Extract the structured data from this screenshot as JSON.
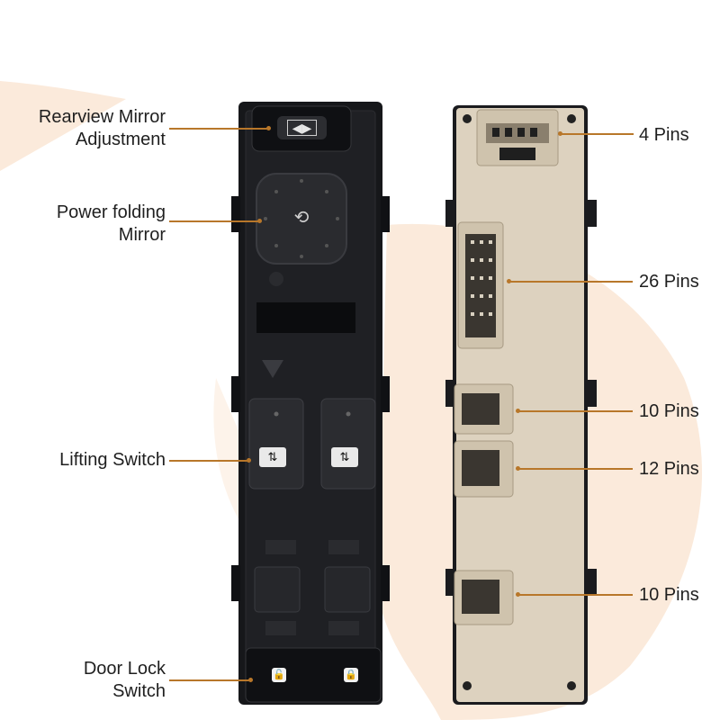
{
  "colors": {
    "accent_leader": "#b8772a",
    "background_swoosh": "#fbeadb",
    "switch_body": "#16171a",
    "connector_housing": "#ddd2bf"
  },
  "left_labels": [
    {
      "lines": [
        "Rearview Mirror",
        "Adjustment"
      ]
    },
    {
      "lines": [
        "Power folding",
        "Mirror"
      ]
    },
    {
      "lines": [
        "Lifting Switch"
      ]
    },
    {
      "lines": [
        "Door Lock",
        "Switch"
      ]
    }
  ],
  "right_labels": [
    {
      "text": "4 Pins"
    },
    {
      "text": "26 Pins"
    },
    {
      "text": "10 Pins"
    },
    {
      "text": "12 Pins"
    },
    {
      "text": "10 Pins"
    }
  ],
  "icons": {
    "mirror_adjust": "left-right-arrows-icon",
    "power_fold": "mirror-fold-icon",
    "window": "window-lift-icon",
    "lock": "padlock-icon",
    "unlock": "unlocked-padlock-icon"
  }
}
